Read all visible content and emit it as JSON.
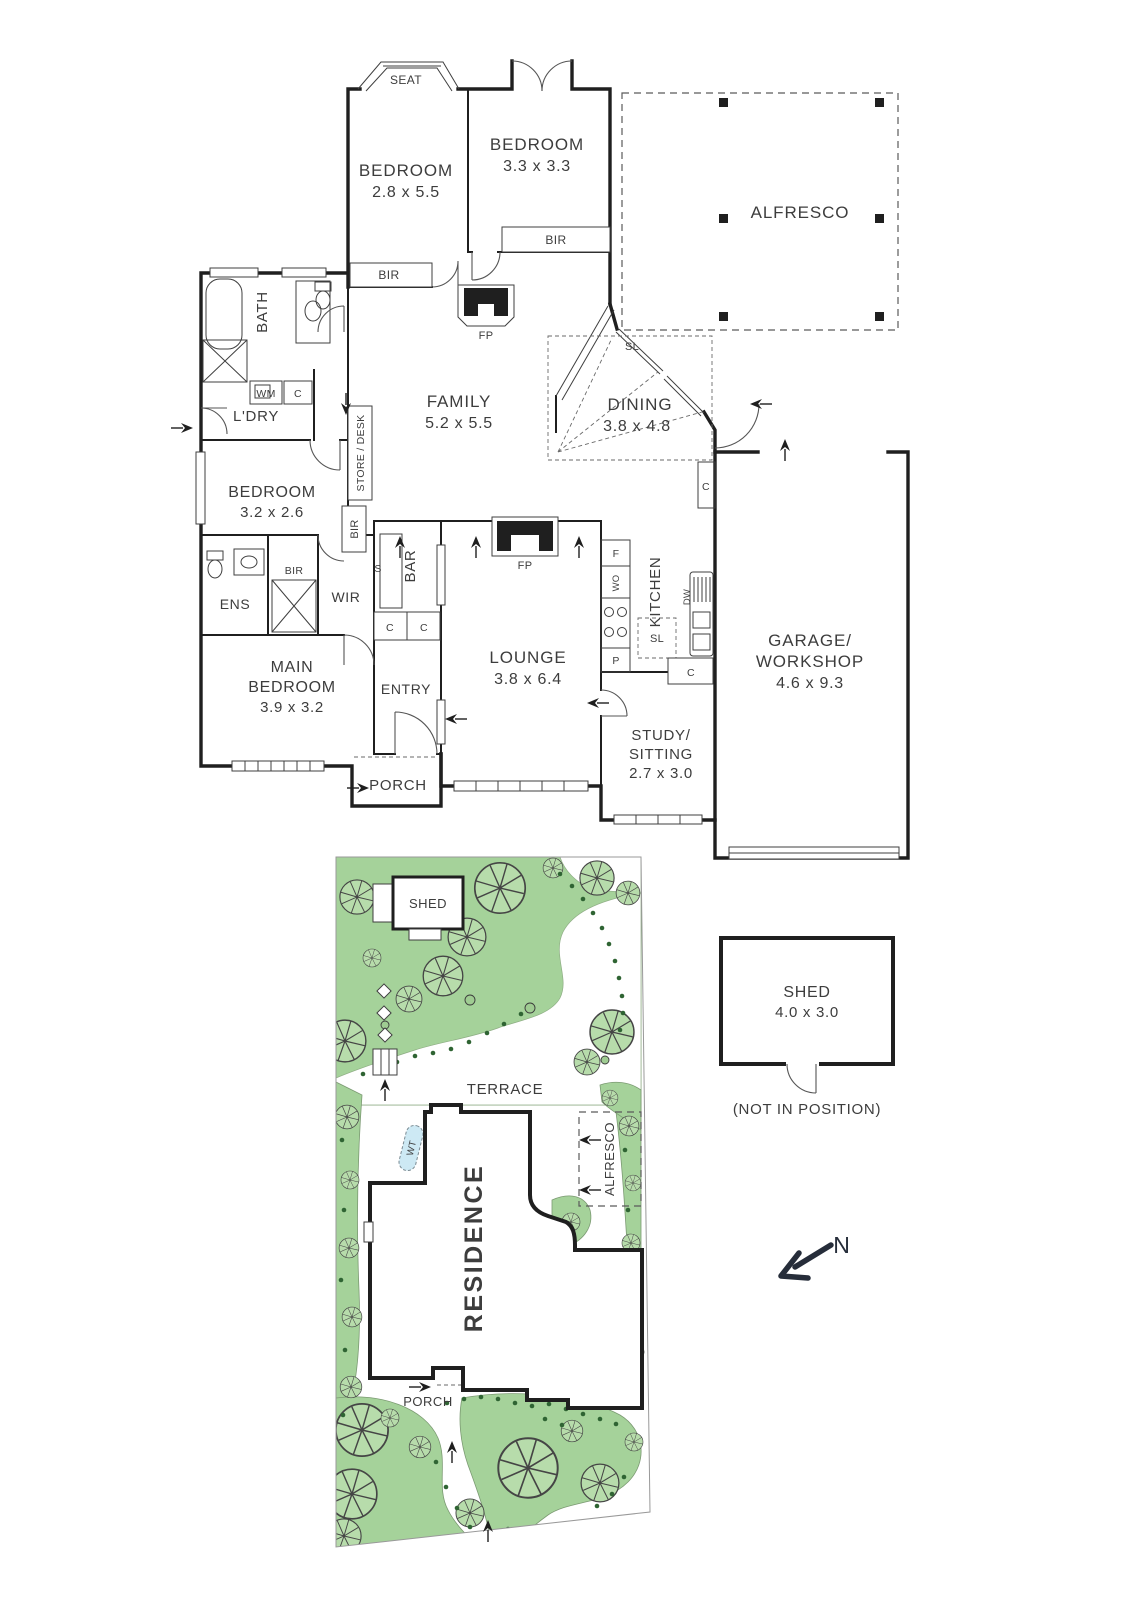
{
  "floorplan": {
    "rooms": {
      "bedroom_a": {
        "name": "BEDROOM",
        "dims": "2.8 x 5.5"
      },
      "bedroom_b": {
        "name": "BEDROOM",
        "dims": "3.3 x 3.3"
      },
      "bedroom_c": {
        "name": "BEDROOM",
        "dims": "3.2 x 2.6"
      },
      "main_bedroom": {
        "line1": "MAIN",
        "line2": "BEDROOM",
        "dims": "3.9 x 3.2"
      },
      "family": {
        "name": "FAMILY",
        "dims": "5.2 x 5.5"
      },
      "dining": {
        "name": "DINING",
        "dims": "3.8 x 4.8"
      },
      "lounge": {
        "name": "LOUNGE",
        "dims": "3.8 x 6.4"
      },
      "kitchen": {
        "name": "KITCHEN"
      },
      "study": {
        "line1": "STUDY/",
        "line2": "SITTING",
        "dims": "2.7 x 3.0"
      },
      "garage": {
        "line1": "GARAGE/",
        "line2": "WORKSHOP",
        "dims": "4.6 x 9.3"
      },
      "alfresco": {
        "name": "ALFRESCO"
      },
      "bath": "BATH",
      "ldry": "L'DRY",
      "ens": "ENS",
      "wir": "WIR",
      "entry": "ENTRY",
      "porch": "PORCH",
      "bar": "BAR",
      "store_desk": "STORE / DESK",
      "seat": "SEAT"
    },
    "tags": {
      "bir": "BIR",
      "c": "C",
      "s": "S",
      "f": "F",
      "wo": "WO",
      "p": "P",
      "dw": "DW",
      "sl": "SL",
      "wm": "WM",
      "fp": "FP"
    }
  },
  "siteplan": {
    "labels": {
      "shed": "SHED",
      "terrace": "TERRACE",
      "residence": "RESIDENCE",
      "alfresco": "ALFRESCO",
      "porch": "PORCH",
      "wt": "WT"
    },
    "detached_shed": {
      "name": "SHED",
      "dims": "4.0 x 3.0",
      "note": "(NOT IN POSITION)"
    },
    "north_label": "N"
  },
  "colors": {
    "wall": "#1f1f1f",
    "text": "#3d3d3d",
    "garden": "#a5d29a",
    "tree": "#b7dcab",
    "shrub": "#2f6433",
    "water_tank": "#cde9f4"
  }
}
